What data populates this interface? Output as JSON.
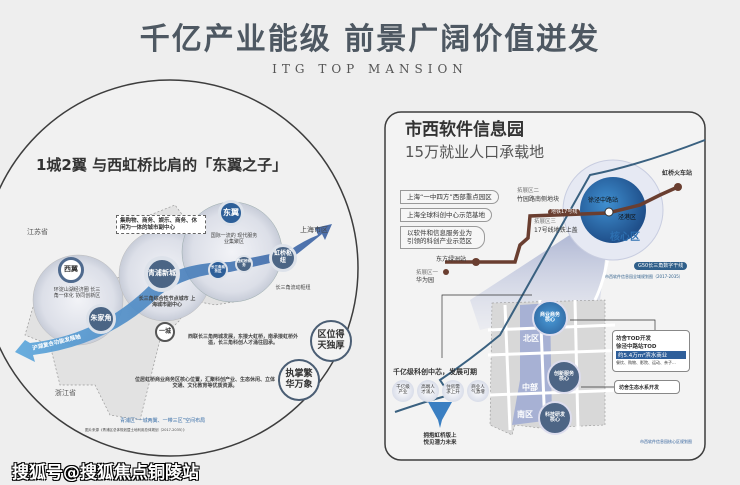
{
  "header": {
    "title": "千亿产业能级  前景广阔价值迸发",
    "subtitle": "ITG TOP MANSION"
  },
  "left_panel": {
    "heading": "1城2翼 与西虹桥比肩的「东翼之子」",
    "labels": {
      "jiangsu": "江苏省",
      "zhejiang": "浙江省",
      "shanghai_city": "上海市区"
    },
    "callout": "集购物、商务、娱乐、商务、休闲为一体的城市副中心",
    "nodes": {
      "xiyi": "西翼",
      "zhujiajiao": "朱家角",
      "qingpu": "青浦新城",
      "dongyi": "东翼",
      "hongqiao": "虹桥枢纽",
      "yicheng": "一城",
      "small1": "长三角商务区",
      "small2": "西虹桥商务"
    },
    "notes": {
      "xiyi": "环淀山湖经济圈 长三角一体化 协同创新区",
      "qingpu": "长三角综合性节点城市 上海城市副中心",
      "dongyi": "国际一流的 现代服务业集聚区",
      "hongqiao": "长三角流动枢纽",
      "arrow": "沪湖复合功能发展轴",
      "yicheng": "西联长三角两城发展，东接大虹桥，南承接虹桥外溢，长三角科创人才涌往园承。",
      "core": "位居虹桥商业商务区核心位置，汇聚科创产业、生态休闲、立体交通、文化教育等优质资源。",
      "map_caption": "青浦区“一城两翼、一带三区”空间布局",
      "source": "图片来源《青浦区总体规划暨土地利用总体规划（2017-2035）》"
    },
    "badges": {
      "location": "区位得天独厚",
      "prosperity": "执掌繁华万象"
    }
  },
  "right_panel": {
    "title": "市西软件信息园",
    "subtitle": "15万就业人口承载地",
    "pills": [
      "上海“一中四方”西部重点园区",
      "上海全球科创中心示范基地",
      "以软件和信息服务业为引领的科创产业示范区"
    ],
    "map_labels": {
      "hongqiao_station": "虹桥火车站",
      "ext2": "拓展区二",
      "ext2_name": "竹园路南侧地块",
      "ext3": "拓展区三",
      "ext3_name": "17号线地铁上盖",
      "ext1": "拓展区一",
      "ext1_name": "华为园",
      "line17": "地铁17号线",
      "xusong": "徐泾中路站",
      "jingqu": "泾港区",
      "core": "核心区",
      "dongfang": "东方绿洲站",
      "g50": "G50长三角数字干线",
      "plan": "市西软件信息园全域规划图（2017-2035）",
      "north": "北区",
      "middle": "中部",
      "south": "南区"
    },
    "cores": [
      "商业商务核心",
      "创新服务核心",
      "科技研发核心"
    ],
    "tod_box": {
      "line1": "坊舍TOD开发",
      "line2": "徐泾中路站TOD",
      "highlight": "约5.4万m²滨水商业",
      "list": "餐饮、购物、影院、运动、亲子..."
    },
    "eco_box": "坊舍生态水系开发",
    "growth": {
      "heading": "千亿级科创中芯，发展可期",
      "bubbles": [
        "千亿级产业",
        "高端人才涌入",
        "住房需求上升",
        "商业人气激增"
      ],
      "result": "拥抱虹桥版上 悦见潜力未来"
    },
    "footnote": "市西软件信息园核心区规划图"
  },
  "watermark": "搜狐号@搜狐焦点铜陵站"
}
